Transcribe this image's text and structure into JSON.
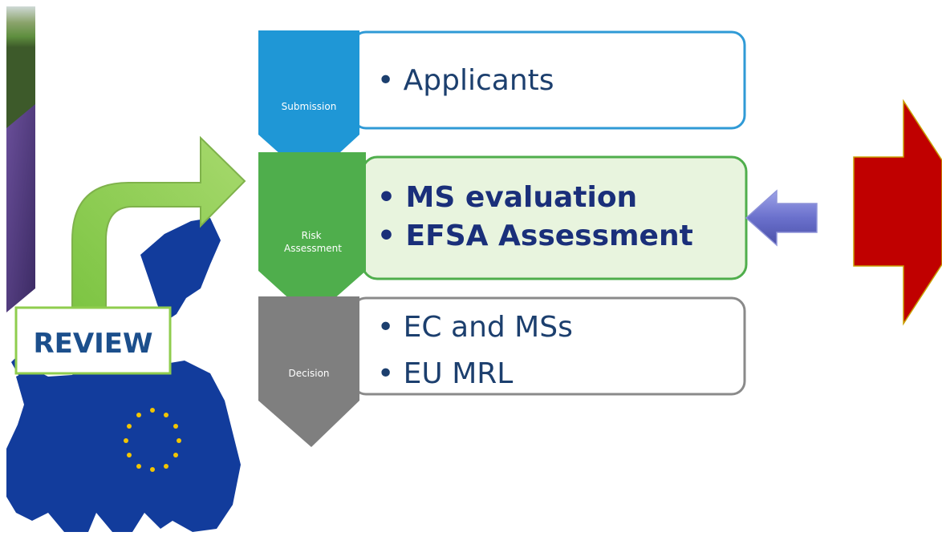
{
  "review": {
    "label": "REVIEW"
  },
  "stages": [
    {
      "label": "Submission",
      "bullets": [
        "• Applicants"
      ]
    },
    {
      "label_lines": [
        "Risk",
        "Assessment"
      ],
      "bullets": [
        "• MS evaluation",
        "• EFSA Assessment"
      ]
    },
    {
      "label": "Decision",
      "bullets": [
        "• EC and MSs",
        "• EU MRL"
      ]
    }
  ],
  "colors": {
    "submission": "#1f97d6",
    "risk": "#4fae4c",
    "decision": "#7f7f7f",
    "text": "#1c3f6e",
    "risk_text": "#1a2f7a",
    "review_arrow": "#8fcd4e",
    "side_arrow": "#6b6fc4",
    "red_arrow": "#c00000",
    "eu_blue": "#123c9c"
  }
}
